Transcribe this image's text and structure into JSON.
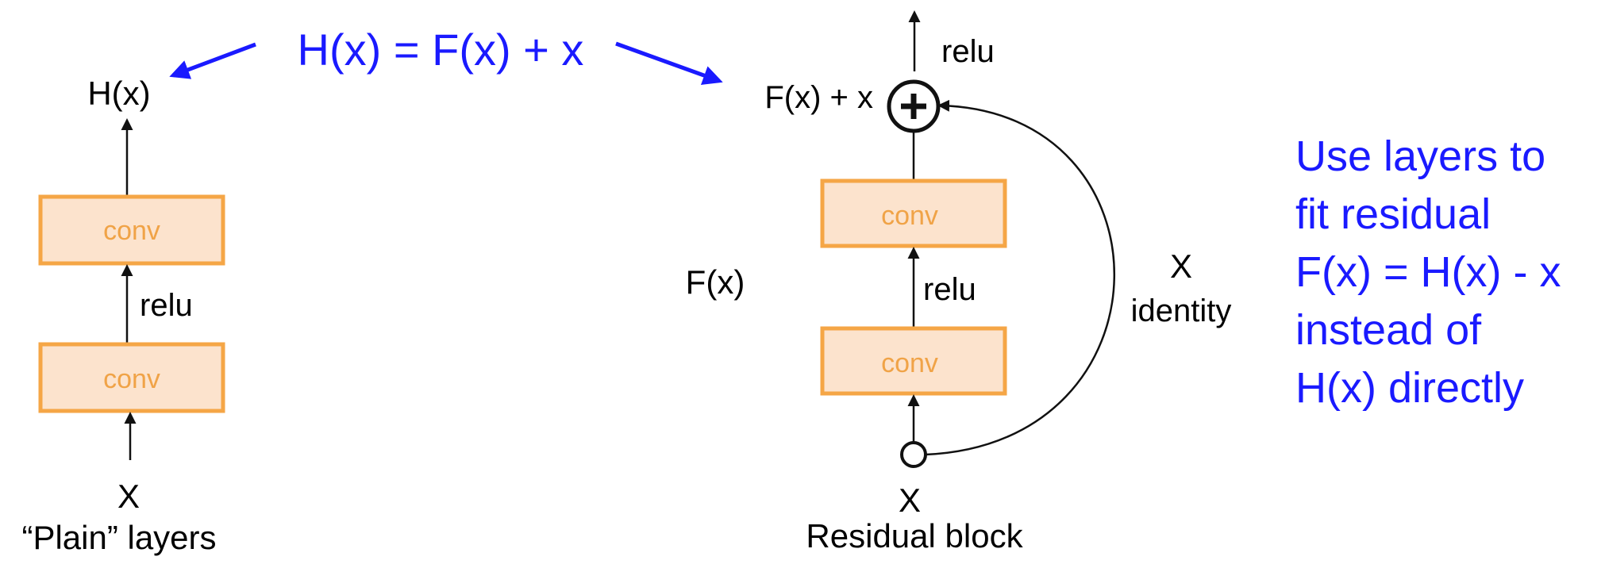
{
  "colors": {
    "annotation_blue": "#1a1aff",
    "box_fill": "#fce3cd",
    "box_stroke": "#f5a646",
    "box_text": "#f0a347"
  },
  "equation": "H(x) = F(x) + x",
  "plain": {
    "caption": "“Plain” layers",
    "input": "X",
    "output": "H(x)",
    "top_conv": "conv",
    "bottom_conv": "conv",
    "relu": "relu"
  },
  "residual": {
    "caption": "Residual block",
    "input": "X",
    "sum_label": "F(x) + x",
    "top_relu": "relu",
    "top_conv": "conv",
    "mid_relu": "relu",
    "bottom_conv": "conv",
    "fx_label": "F(x)",
    "identity_x": "X",
    "identity_label": "identity",
    "plus_icon": "circle-plus-icon"
  },
  "note": {
    "line1": "Use layers to",
    "line2": "fit residual",
    "line3": "F(x) = H(x) - x",
    "line4": "instead of",
    "line5": "H(x) directly"
  }
}
